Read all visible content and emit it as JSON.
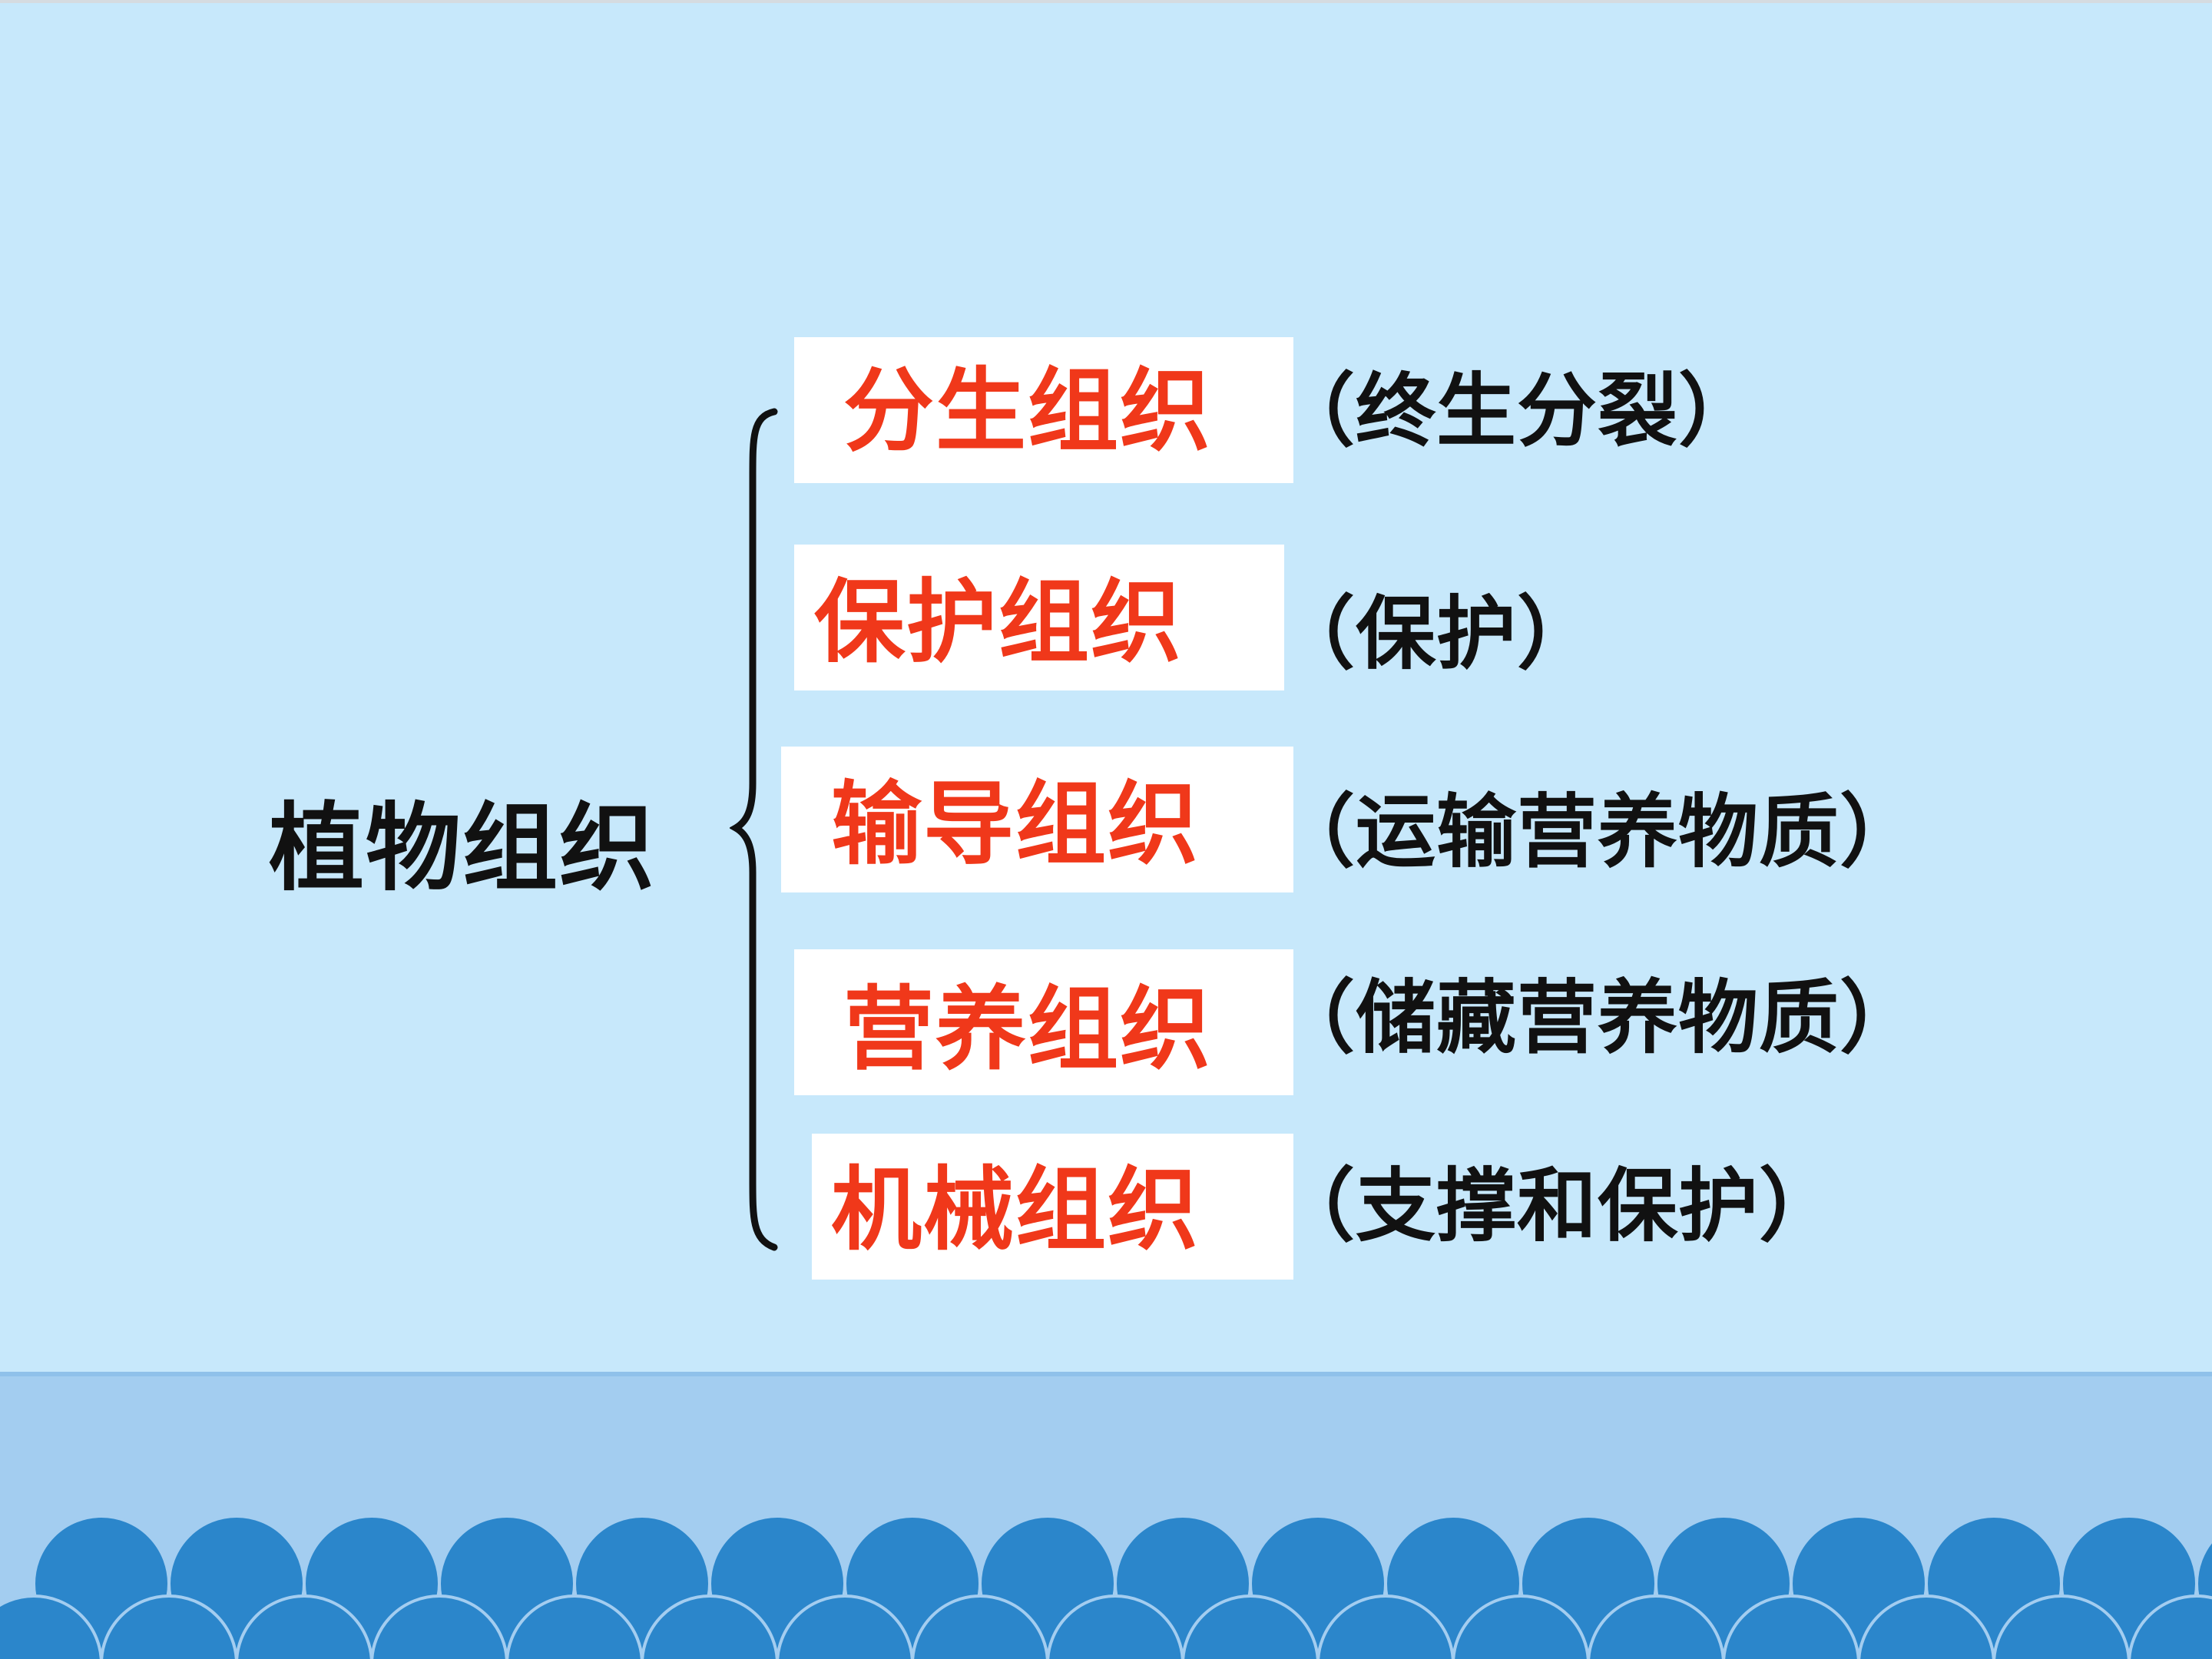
{
  "root": "植物组织",
  "items": [
    {
      "term": "分生组织",
      "desc": "（终生分裂）"
    },
    {
      "term": "保护组织",
      "desc": "（保护）"
    },
    {
      "term": "输导组织",
      "desc": "（运输营养物质）"
    },
    {
      "term": "营养组织",
      "desc": "（储藏营养物质）"
    },
    {
      "term": "机械组织",
      "desc": "（支撑和保护）"
    }
  ],
  "colors": {
    "background": "#c7e8fb",
    "sea": "#a3cdf0",
    "wave": "#2b86cb",
    "term_text": "#f0381a",
    "term_box": "#ffffff",
    "desc_text": "#111111"
  },
  "icons": {
    "brace": "curly-brace-icon"
  }
}
